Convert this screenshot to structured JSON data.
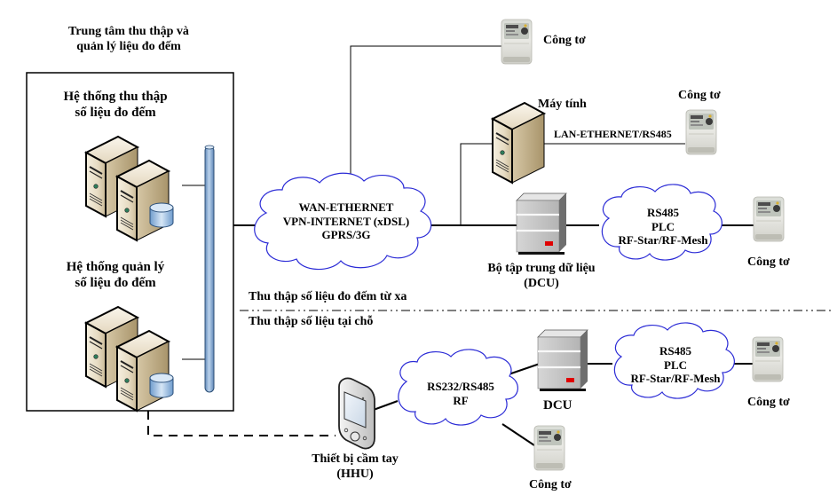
{
  "diagram": {
    "center": {
      "title_lines": [
        "Trung tâm thu thập và",
        "quản lý liệu đo đếm"
      ],
      "collection_system_lines": [
        "Hệ thống thu thập",
        "số liệu đo đếm"
      ],
      "management_system_lines": [
        "Hệ thống quản lý",
        "số liệu đo đếm"
      ]
    },
    "wan_cloud": {
      "lines": [
        "WAN-ETHERNET",
        "VPN-INTERNET (xDSL)",
        "GPRS/3G"
      ]
    },
    "computer": {
      "label": "Máy tính",
      "link_label": "LAN-ETHERNET/RS485"
    },
    "dcu_remote": {
      "label_lines": [
        "Bộ tập trung dữ liệu",
        "(DCU)"
      ]
    },
    "remote_cloud": {
      "lines": [
        "RS485",
        "PLC",
        "RF-Star/RF-Mesh"
      ]
    },
    "local_cloud": {
      "lines": [
        "RS485",
        "PLC",
        "RF-Star/RF-Mesh"
      ]
    },
    "hhu_cloud": {
      "lines": [
        "RS232/RS485",
        "RF"
      ]
    },
    "dcu_local": {
      "label": "DCU"
    },
    "hhu": {
      "label_lines": [
        "Thiết bị cầm tay",
        "(HHU)"
      ]
    },
    "meters": [
      {
        "id": "meter-top",
        "label": "Công tơ"
      },
      {
        "id": "meter-computer",
        "label": "Công tơ"
      },
      {
        "id": "meter-remote-dcu",
        "label": "Công tơ"
      },
      {
        "id": "meter-local-dcu",
        "label": "Công tơ"
      },
      {
        "id": "meter-hhu",
        "label": "Công tơ"
      }
    ],
    "zones": {
      "remote": "Thu thập số liệu đo đếm từ xa",
      "local": "Thu thập số liệu tại chỗ"
    },
    "colors": {
      "cloud_stroke": "#2b2bd6",
      "bus_fill": "#8fb3d9",
      "server_fill": "#e8dcc3",
      "dcu_fill": "#c2c2c2",
      "dcu_indicator": "#e00000"
    }
  }
}
